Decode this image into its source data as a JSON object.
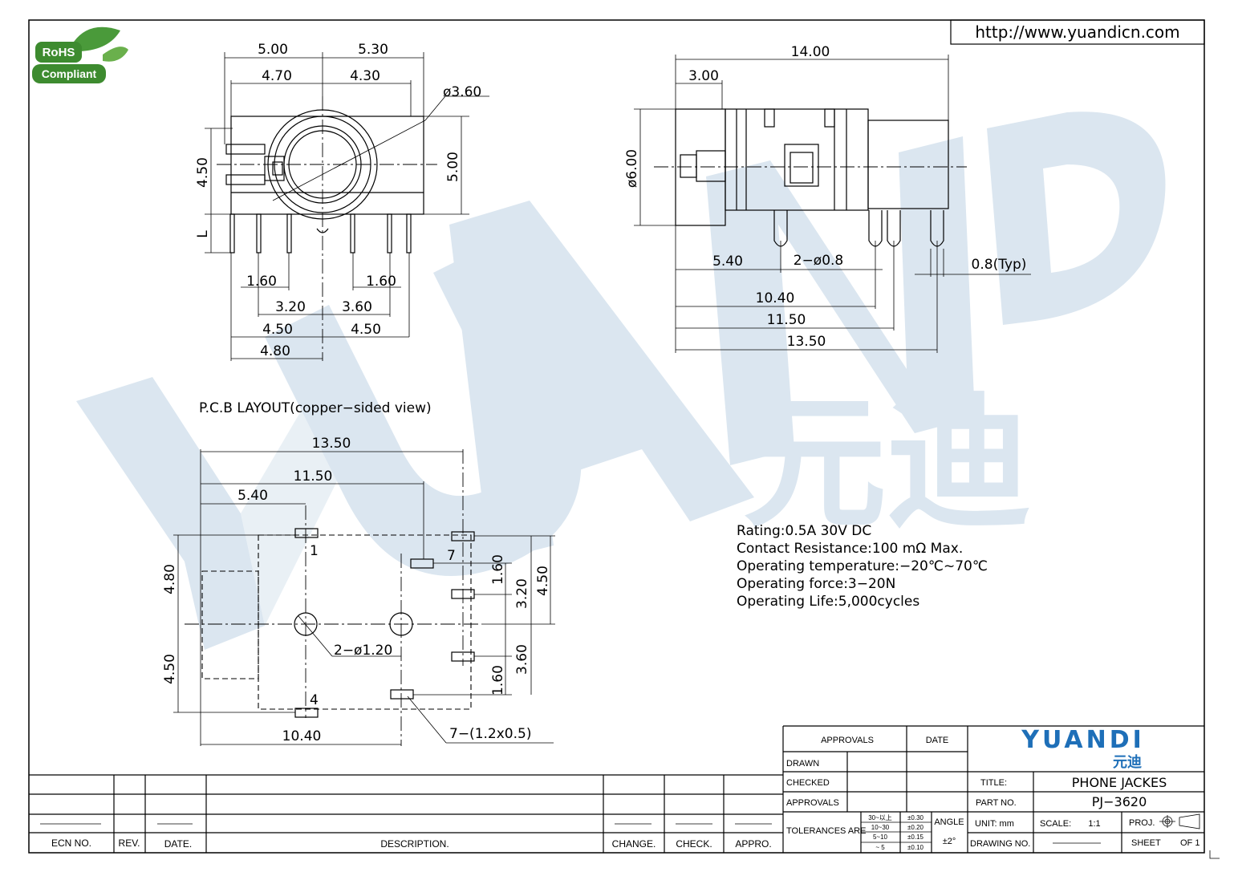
{
  "url": "http://www.yuandicn.com",
  "rohs": {
    "top": "RoHS",
    "bottom": "Compliant"
  },
  "watermark": {
    "latin": "YUANDI",
    "cjk": "元迪"
  },
  "front_view": {
    "dims_top": [
      "5.00",
      "5.30",
      "4.70",
      "4.30"
    ],
    "dia": "ø3.60",
    "left_h": "4.50",
    "right_h": "5.00",
    "L": "L",
    "pins": [
      "1.60",
      "1.60",
      "3.20",
      "3.60",
      "4.50",
      "4.50",
      "4.80"
    ]
  },
  "side_view": {
    "width": "14.00",
    "front": "3.00",
    "dia": "ø6.00",
    "d540": "5.40",
    "hole": "2−ø0.8",
    "typ": "0.8(Typ)",
    "d1040": "10.40",
    "d1150": "11.50",
    "d1350": "13.50"
  },
  "pcb": {
    "title": "P.C.B  LAYOUT(copper−sided  view)",
    "d1350": "13.50",
    "d1150": "11.50",
    "d540": "5.40",
    "d480": "4.80",
    "d450": "4.50",
    "r160a": "1.60",
    "r320": "3.20",
    "r450": "4.50",
    "r360": "3.60",
    "r160b": "1.60",
    "pin1": "1",
    "pin7": "7",
    "pin4": "4",
    "holes": "2−ø1.20",
    "d1040": "10.40",
    "pads": "7−(1.2x0.5)"
  },
  "specs": [
    "Rating:0.5A  30V  DC",
    "Contact  Resistance:100  mΩ  Max.",
    "Operating  temperature:−20℃~70℃",
    "Operating  force:3−20N",
    "Operating  Life:5,000cycles"
  ],
  "revision_block": {
    "headers": [
      "ECN  NO.",
      "REV.",
      "DATE.",
      "DESCRIPTION.",
      "CHANGE.",
      "CHECK.",
      "APPRO."
    ]
  },
  "title_block": {
    "approvals": "APPROVALS",
    "date": "DATE",
    "drawn": "DRAWN",
    "checked": "CHECKED",
    "approvals2": "APPROVALS",
    "tolerances": "TOLERANCES  ARE",
    "tol_ranges": [
      "30~以上",
      "10~30",
      "5~10",
      "~ 5"
    ],
    "tol_values": [
      "±0.30",
      "±0.20",
      "±0.15",
      "±0.10"
    ],
    "angle": "ANGLE",
    "angle_val": "±2°",
    "logo": "YUANDI",
    "logo_cjk": "元迪",
    "title_label": "TITLE:",
    "title": "PHONE  JACKES",
    "part_label": "PART  NO.",
    "part": "PJ−3620",
    "unit_label": "UNIT:  mm",
    "scale_label": "SCALE:",
    "scale": "1:1",
    "proj": "PROJ.",
    "drawing_no": "DRAWING  NO.",
    "sheet": "SHEET",
    "of": "OF  1"
  }
}
